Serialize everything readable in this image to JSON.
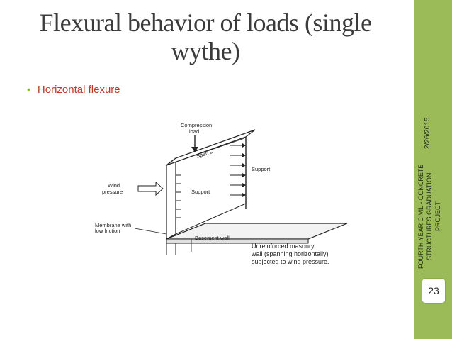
{
  "slide": {
    "title": "Flexural behavior of loads (single wythe)",
    "bullet": "Horizontal flexure",
    "date": "2/26/2015",
    "footer_project": "FOURTH YEAR CIVIL - CONCRETE STRUCTURES GRADUATION PROJECT",
    "page_number": "23"
  },
  "figure": {
    "label_compression": "Compression",
    "label_load": "load",
    "label_span": "Span L",
    "label_support_top": "Support",
    "label_support_mid": "Support",
    "label_wind": "Wind",
    "label_pressure": "pressure",
    "label_membrane": "Membrane with",
    "label_low_friction": "low friction",
    "label_basement": "Basement wall",
    "caption_line1": "Unreinforced masonry",
    "caption_line2": "wall (spanning horizontally)",
    "caption_line3": "subjected to wind pressure."
  },
  "colors": {
    "accent_green": "#9bbb59",
    "bullet_text": "#c0392b",
    "title_text": "#3b3b3b"
  }
}
